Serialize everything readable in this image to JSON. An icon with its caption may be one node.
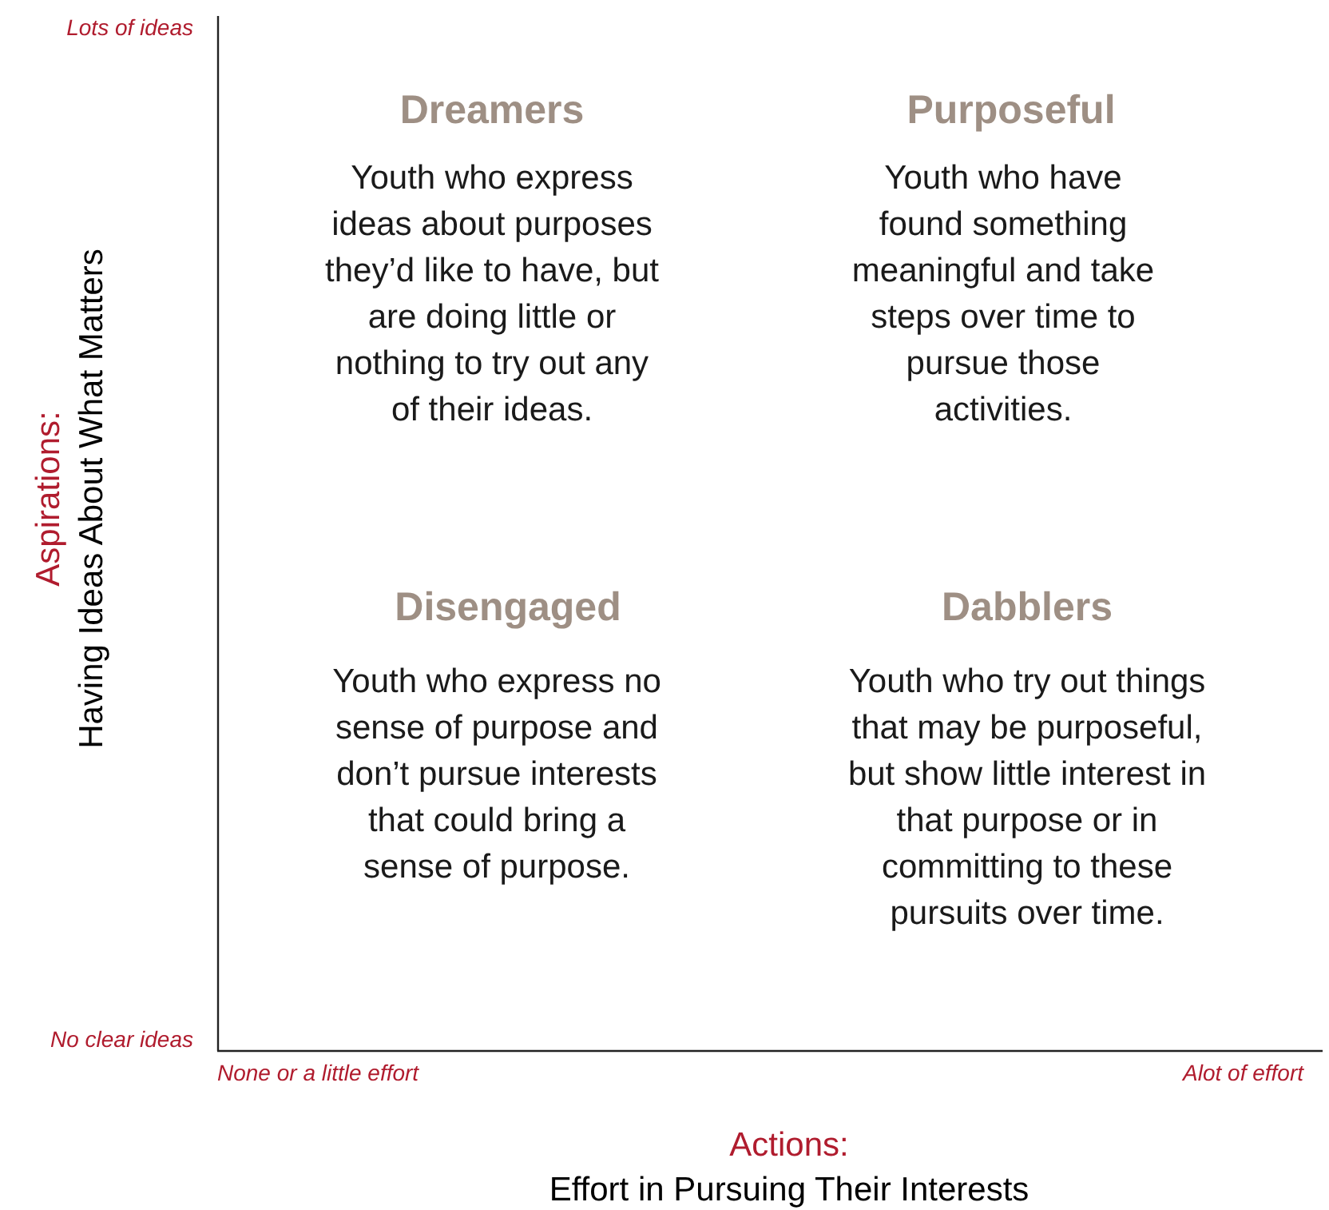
{
  "diagram": {
    "labels": [
      "Lots of ideas",
      "Dreamers",
      "Purposeful",
      "Youth who express ideas about purposes they’d like to have, but are doing little or nothing to try out any of their ideas.",
      "Youth who have found something meaningful and take steps over time to pursue those activities.",
      "Aspirations:",
      "Having Ideas About What Matters",
      "Disengaged",
      "Dabblers",
      "Youth who express no sense of purpose and don’t pursue interests that could bring a sense of purpose.",
      "Youth who try out things that may be purposeful, but show little interest in that purpose or in committing to these pursuits over time.",
      "No clear ideas",
      "None or a little effort",
      "Alot of effort",
      "Actions:",
      "Effort in Pursuing Their Interests"
    ]
  }
}
